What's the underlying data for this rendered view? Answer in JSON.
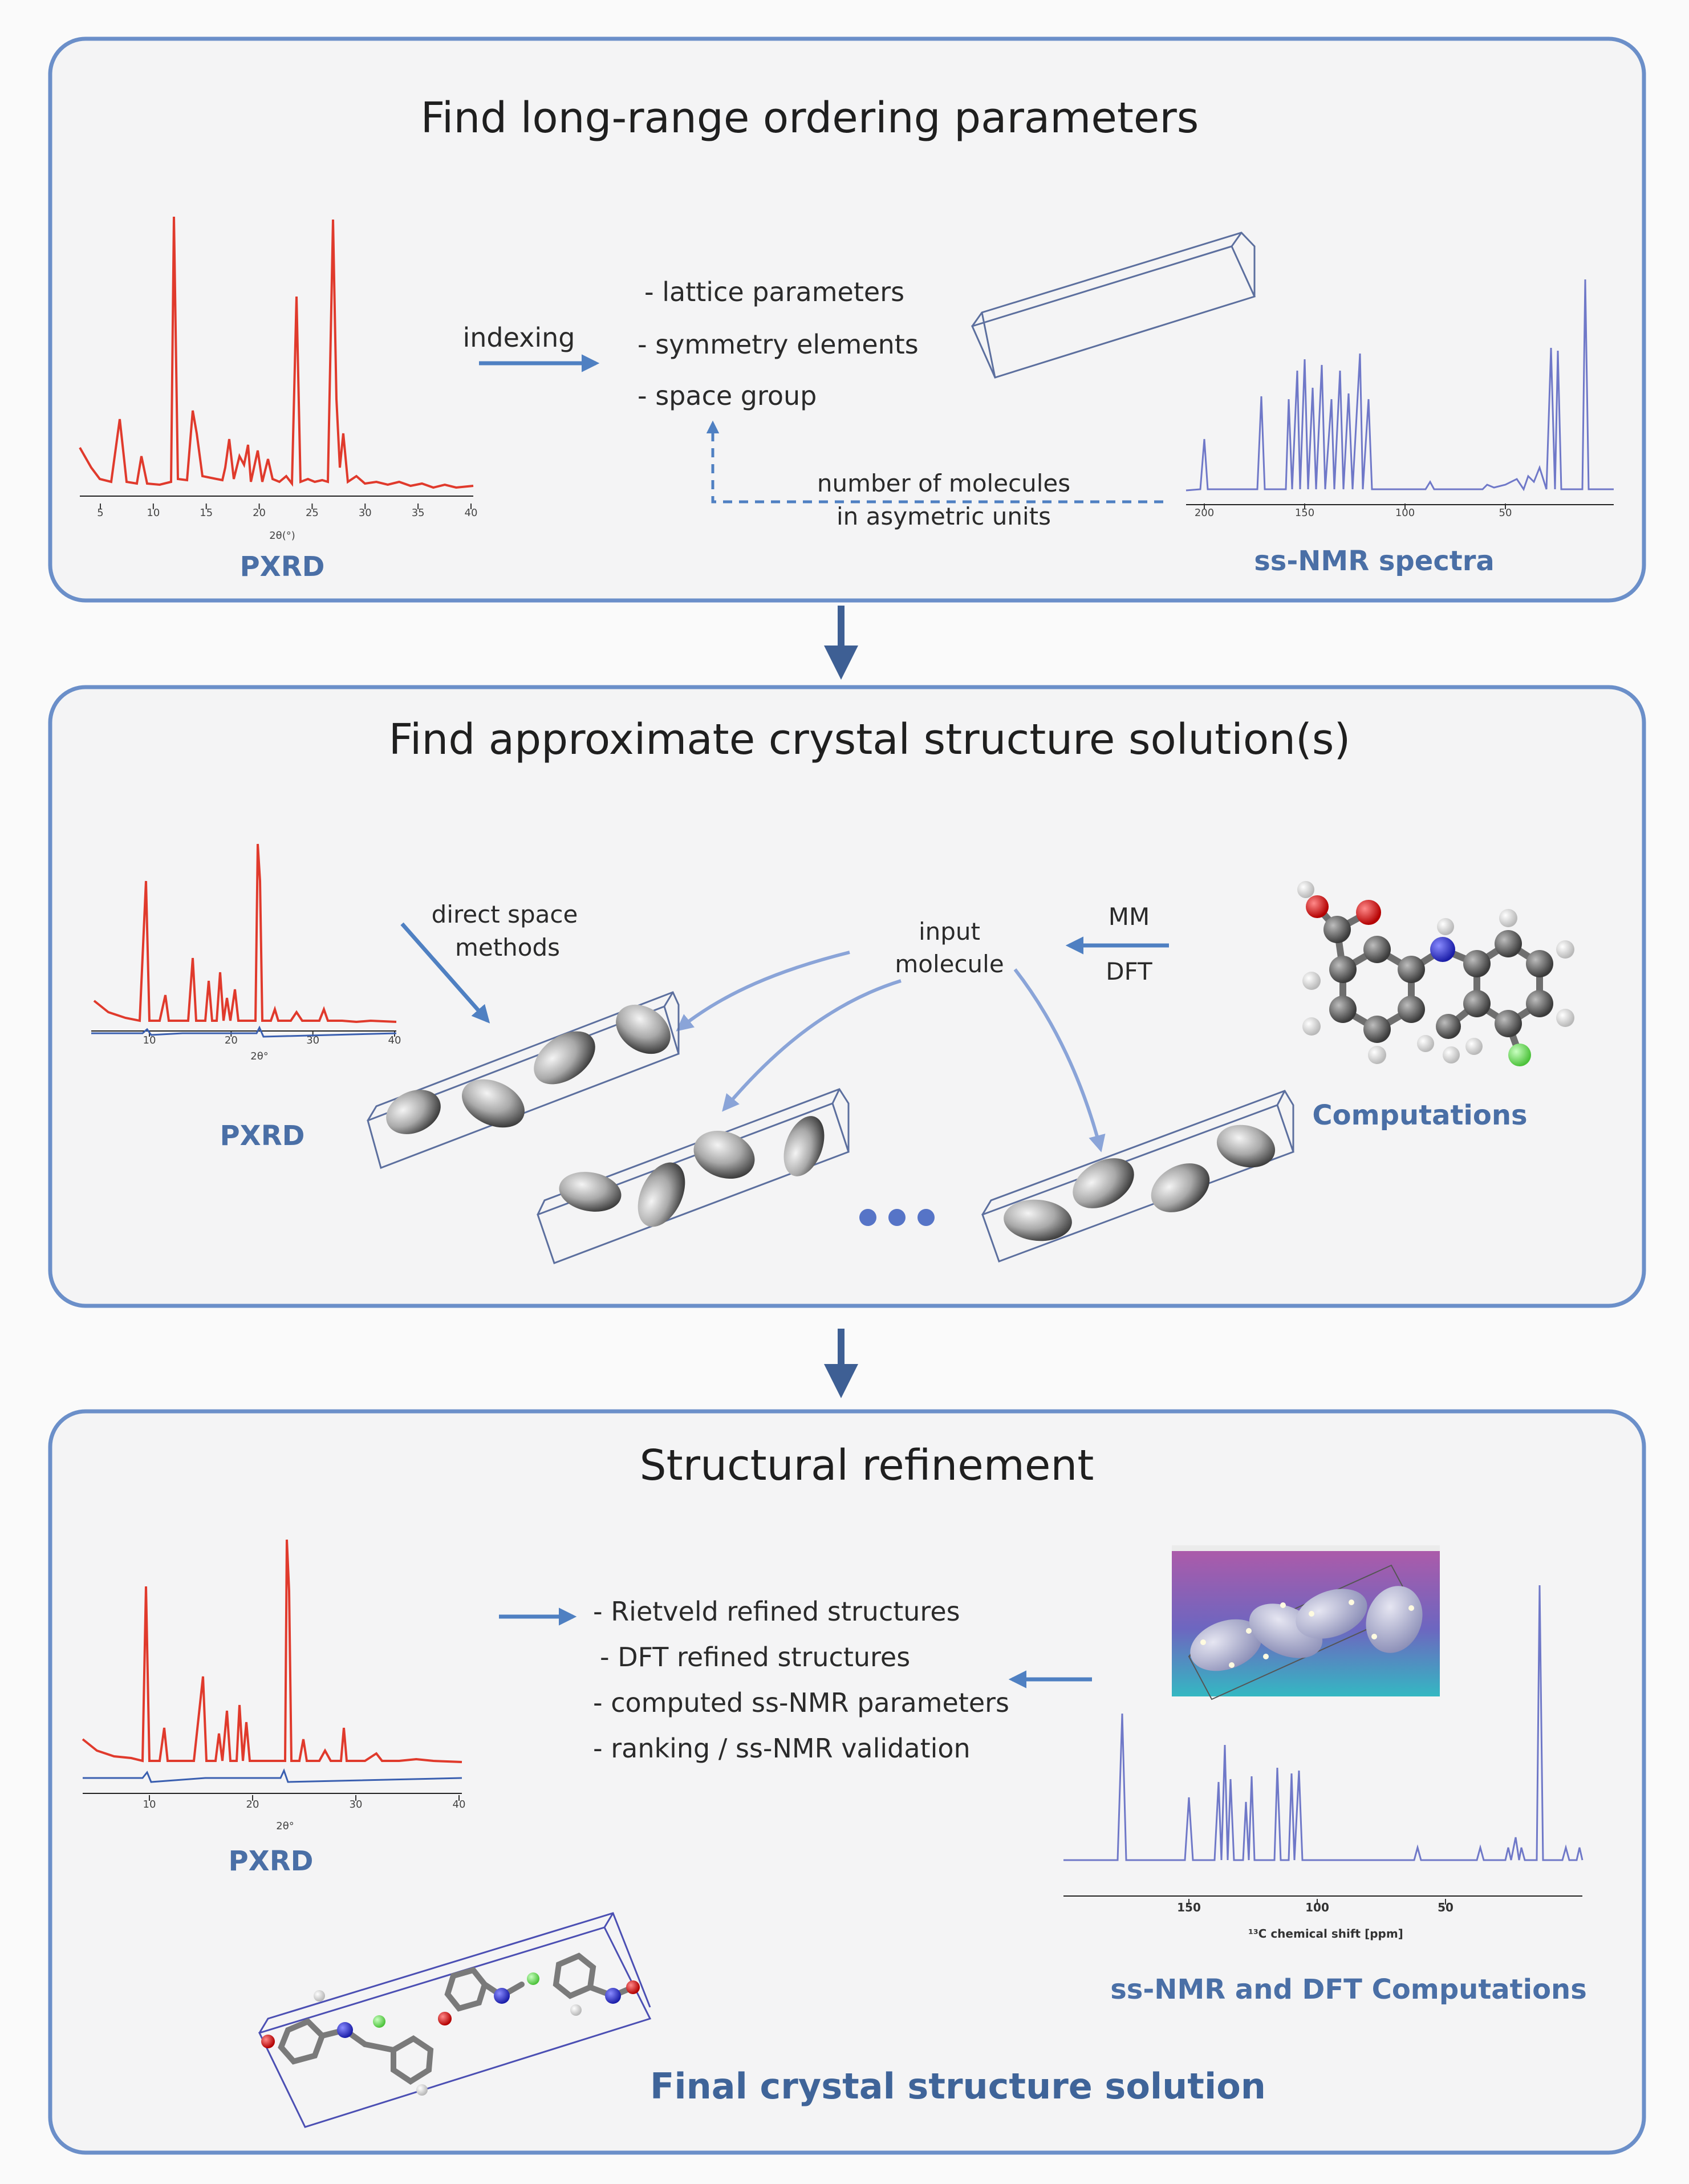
{
  "panel1": {
    "title": "Find long-range ordering parameters",
    "indexing_label": "indexing",
    "parameters": [
      "- lattice parameters",
      "- symmetry elements",
      "- space group"
    ],
    "molecules_note": [
      "number of molecules",
      "in asymetric units"
    ],
    "pxrd_label": "PXRD",
    "pxrd_axis_label": "2θ(°)",
    "pxrd_ticks": [
      "5",
      "10",
      "15",
      "20",
      "25",
      "30",
      "35",
      "40"
    ],
    "nmr_label": "ss-NMR spectra",
    "nmr_ticks": [
      "200",
      "150",
      "100",
      "50"
    ]
  },
  "panel2": {
    "title": "Find approximate crystal structure solution(s)",
    "direct_space_label": [
      "direct space",
      "methods"
    ],
    "input_molecule_label": [
      "input",
      "molecule"
    ],
    "mm_label": "MM",
    "dft_label": "DFT",
    "pxrd_label": "PXRD",
    "pxrd_axis_label": "2θ°",
    "pxrd_ticks": [
      "10",
      "20",
      "30",
      "40"
    ],
    "computations_label": "Computations"
  },
  "panel3": {
    "title": "Structural refinement",
    "results": [
      "- Rietveld refined structures",
      "- DFT refined structures",
      "- computed ss-NMR parameters",
      "- ranking / ss-NMR validation"
    ],
    "pxrd_label": "PXRD",
    "pxrd_axis_label": "2θ°",
    "pxrd_ticks": [
      "10",
      "20",
      "30",
      "40"
    ],
    "nmr_axis_label": "¹³C chemical shift   [ppm]",
    "nmr_ticks": [
      "150",
      "100",
      "50"
    ],
    "nmr_dft_label": "ss-NMR and DFT Computations",
    "final_label": "Final crystal structure solution"
  },
  "colors": {
    "panel_border": "#6b8fc9",
    "arrow": "#4f80c2",
    "pxrd_trace": "#e03a2c",
    "nmr_trace": "#6f78c8",
    "label_blue": "#4a6fa6"
  }
}
